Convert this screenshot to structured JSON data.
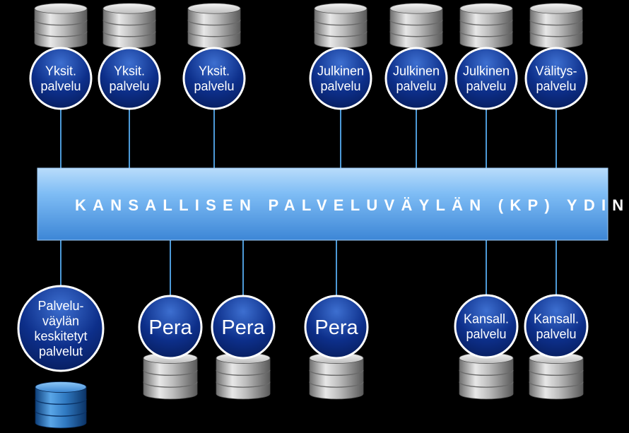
{
  "bus": {
    "title": "KANSALLISEN PALVELUVÄYLÄN (KP) YDIN"
  },
  "colors": {
    "background": "#000000",
    "bus_fill": "#6aaef0",
    "node_fill": "#0a2f88",
    "node_border": "#ffffff",
    "connector": "#4d9ad8",
    "db_gray": "#9a9a9a",
    "db_blue": "#2a6fb0"
  },
  "top_services": [
    {
      "label": "Yksit.\npalvelu",
      "db": "gray-database-icon"
    },
    {
      "label": "Yksit.\npalvelu",
      "db": "gray-database-icon"
    },
    {
      "label": "Yksit.\npalvelu",
      "db": "gray-database-icon"
    },
    {
      "label": "Julkinen\npalvelu",
      "db": "gray-database-icon"
    },
    {
      "label": "Julkinen\npalvelu",
      "db": "gray-database-icon"
    },
    {
      "label": "Julkinen\npalvelu",
      "db": "gray-database-icon"
    },
    {
      "label": "Välitys-\npalvelu",
      "db": "gray-database-icon"
    }
  ],
  "bottom_services": [
    {
      "label": "Palvelu-\nväylän\nkeskitetyt\npalvelut",
      "db": "blue-database-icon"
    },
    {
      "label": "Pera",
      "db": "gray-database-icon"
    },
    {
      "label": "Pera",
      "db": "gray-database-icon"
    },
    {
      "label": "Pera",
      "db": "gray-database-icon"
    },
    {
      "label": "Kansall.\npalvelu",
      "db": "gray-database-icon"
    },
    {
      "label": "Kansall.\npalvelu",
      "db": "gray-database-icon"
    }
  ]
}
